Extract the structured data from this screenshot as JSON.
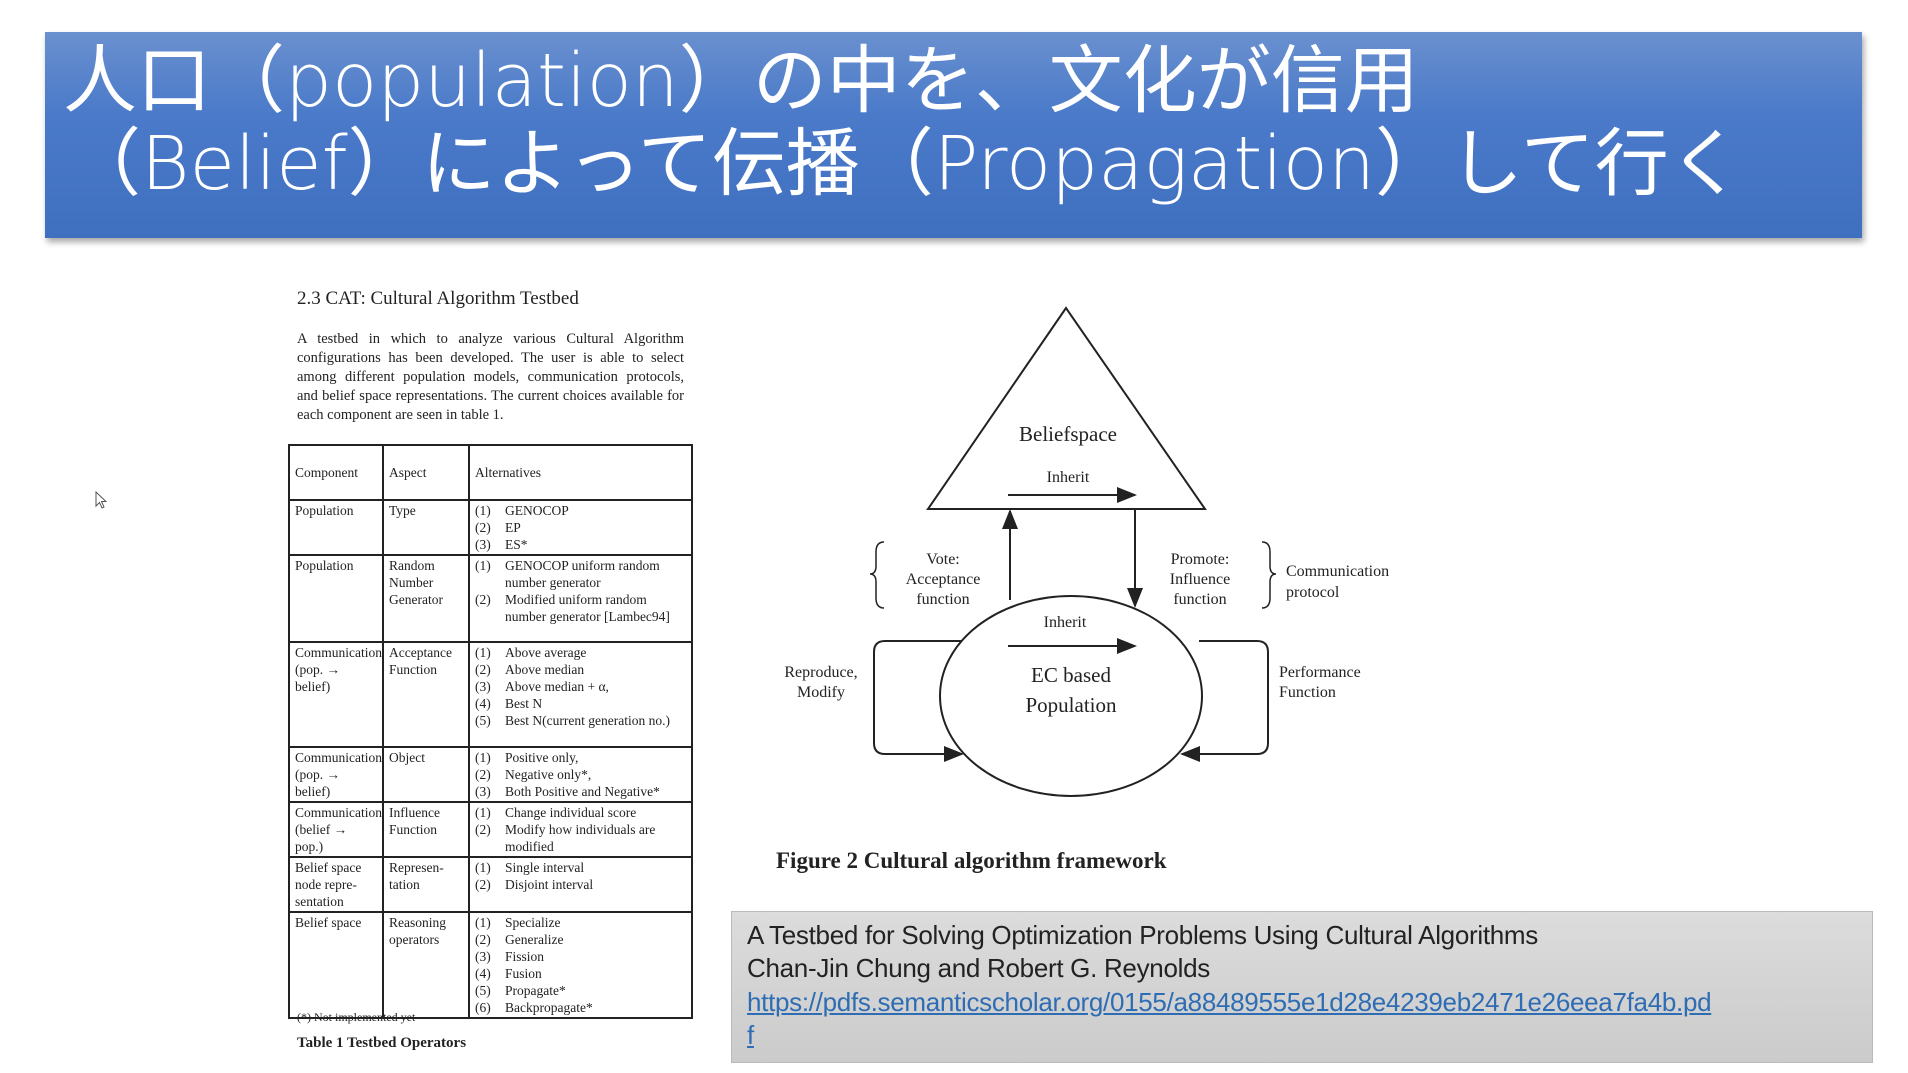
{
  "slide": {
    "title_line1": "人口（population）の中を、文化が信用",
    "title_line2": "（Belief）によって伝播（Propagation）して行く"
  },
  "paper": {
    "section_heading": "2.3 CAT: Cultural Algorithm Testbed",
    "paragraph": "A testbed in which to analyze various Cultural Algorithm configurations has been developed. The user is able to select among different population models, communication protocols, and belief space representations. The current choices available for each component are seen in table 1.",
    "table": {
      "headers": [
        "Component",
        "Aspect",
        "Alternatives"
      ],
      "rows": [
        {
          "component": "Population",
          "aspect": "Type",
          "alternatives": [
            "GENOCOP",
            "EP",
            "ES*"
          ]
        },
        {
          "component": "Population",
          "aspect": "Random Number Generator",
          "alternatives": [
            "GENOCOP uniform random number generator",
            "Modified uniform random number generator [Lambec94]"
          ]
        },
        {
          "component": "Communication (pop. → belief)",
          "aspect": "Acceptance Function",
          "alternatives": [
            "Above average",
            "Above median",
            "Above median + α,",
            "Best N",
            "Best N(current generation no.)"
          ]
        },
        {
          "component": "Communication (pop. → belief)",
          "aspect": "Object",
          "alternatives": [
            "Positive only,",
            "Negative only*,",
            "Both Positive and Negative*"
          ]
        },
        {
          "component": "Communication (belief → pop.)",
          "aspect": "Influence Function",
          "alternatives": [
            "Change individual score",
            "Modify how individuals are modified"
          ]
        },
        {
          "component": "Belief space node repre-sentation",
          "aspect": "Represen-tation",
          "alternatives": [
            "Single interval",
            "Disjoint interval"
          ]
        },
        {
          "component": "Belief space",
          "aspect": "Reasoning operators",
          "alternatives": [
            "Specialize",
            "Generalize",
            "Fission",
            "Fusion",
            "Propagate*",
            "Backpropagate*"
          ]
        }
      ],
      "footnote": "(*) Not implemented yet",
      "caption": "Table 1  Testbed Operators"
    }
  },
  "diagram": {
    "beliefspace": "Beliefspace",
    "inherit_top": "Inherit",
    "inherit_bottom": "Inherit",
    "population_line1": "EC based",
    "population_line2": "Population",
    "vote": [
      "Vote:",
      "Acceptance",
      "function"
    ],
    "promote": [
      "Promote:",
      "Influence",
      "function"
    ],
    "communication": [
      "Communication",
      "protocol"
    ],
    "reproduce": [
      "Reproduce,",
      "Modify"
    ],
    "performance": [
      "Performance",
      "Function"
    ],
    "caption": "Figure 2  Cultural algorithm framework"
  },
  "citation": {
    "title": "A Testbed for Solving Optimization Problems Using Cultural Algorithms",
    "authors": "Chan-Jin Chung and Robert G. Reynolds",
    "url_line1": "https://pdfs.semanticscholar.org/0155/a88489555e1d28e4239eb2471e26eea7fa4b.pd",
    "url_line2": "f"
  },
  "colors": {
    "header": "#4a7ac9",
    "link": "#2e6db4"
  }
}
